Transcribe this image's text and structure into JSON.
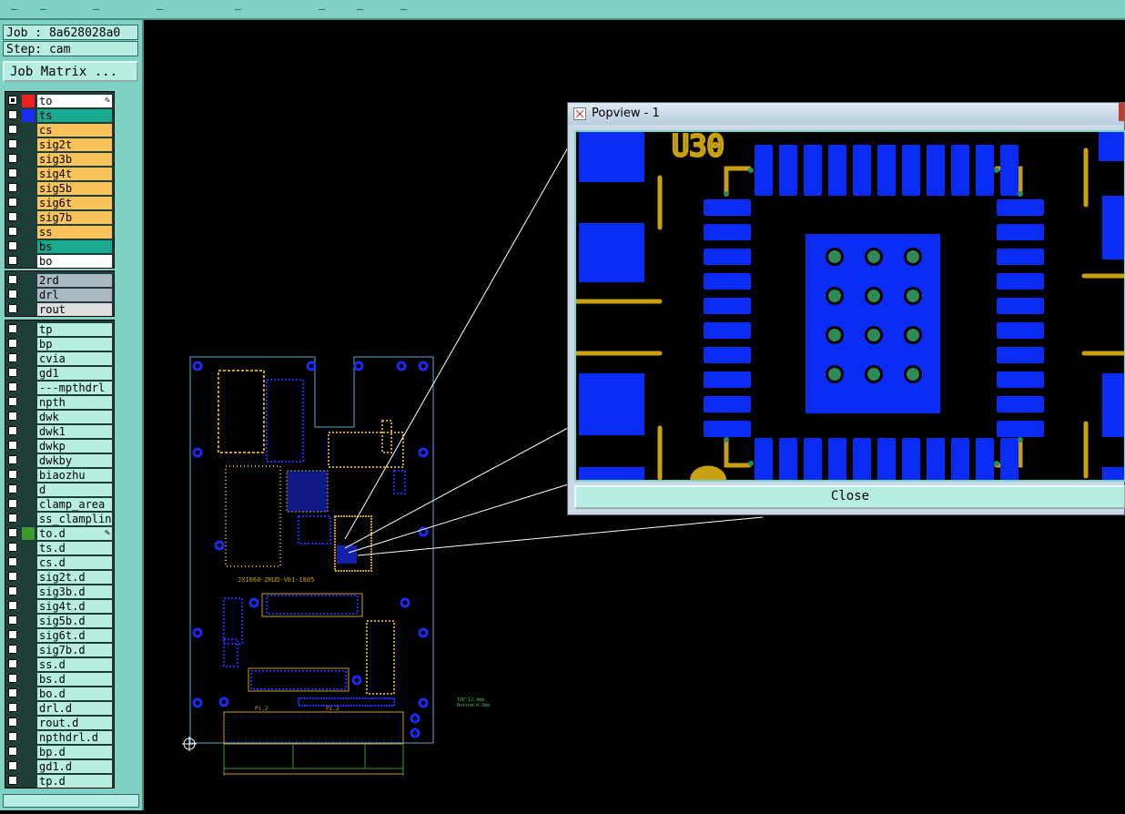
{
  "window": {
    "title_fragments": [
      "_",
      "_",
      "_",
      "_",
      "_",
      "_",
      "_",
      "_"
    ]
  },
  "job": {
    "label": "Job : 8a628028a0",
    "step": "Step: cam",
    "matrix_button": "Job Matrix ..."
  },
  "colors": {
    "panel": "#7fd1c3",
    "orange": "#f7c35a",
    "teal": "#1aa88e",
    "light": "#b8ede2",
    "gray": "#a9b8c1",
    "copper": "#c8a010",
    "pad": "#0a2cf5",
    "via": "#2e8b57"
  },
  "layers": {
    "board": [
      {
        "name": "to",
        "bg": "#ffffff",
        "sw": "#f02020",
        "checked": true,
        "icon": "edit-icon"
      },
      {
        "name": "ts",
        "bg": "#1aa88e",
        "sw": "#1a2cf5"
      },
      {
        "name": "cs",
        "bg": "#f7c35a"
      },
      {
        "name": "sig2t",
        "bg": "#f7c35a"
      },
      {
        "name": "sig3b",
        "bg": "#f7c35a"
      },
      {
        "name": "sig4t",
        "bg": "#f7c35a"
      },
      {
        "name": "sig5b",
        "bg": "#f7c35a"
      },
      {
        "name": "sig6t",
        "bg": "#f7c35a"
      },
      {
        "name": "sig7b",
        "bg": "#f7c35a"
      },
      {
        "name": "ss",
        "bg": "#f7c35a"
      },
      {
        "name": "bs",
        "bg": "#1aa88e"
      },
      {
        "name": "bo",
        "bg": "#ffffff"
      }
    ],
    "drill": [
      {
        "name": "2rd",
        "bg": "#a9b8c1"
      },
      {
        "name": "drl",
        "bg": "#a9b8c1"
      },
      {
        "name": "rout",
        "bg": "#dddddd"
      }
    ],
    "misc": [
      {
        "name": "tp",
        "bg": "#b8ede2"
      },
      {
        "name": "bp",
        "bg": "#b8ede2"
      },
      {
        "name": "cvia",
        "bg": "#b8ede2"
      },
      {
        "name": "gd1",
        "bg": "#b8ede2"
      },
      {
        "name": "---mpthdrl",
        "bg": "#b8ede2"
      },
      {
        "name": "npth",
        "bg": "#b8ede2"
      },
      {
        "name": "dwk",
        "bg": "#b8ede2"
      },
      {
        "name": "dwk1",
        "bg": "#b8ede2"
      },
      {
        "name": "dwkp",
        "bg": "#b8ede2"
      },
      {
        "name": "dwkby",
        "bg": "#b8ede2"
      },
      {
        "name": "biaozhu",
        "bg": "#b8ede2"
      },
      {
        "name": "d",
        "bg": "#b8ede2"
      },
      {
        "name": "clamp_area",
        "bg": "#b8ede2"
      },
      {
        "name": "ss_clampline",
        "bg": "#b8ede2"
      },
      {
        "name": "to.d",
        "bg": "#b8ede2",
        "sw": "#3c9a2e",
        "icon": "edit-icon"
      },
      {
        "name": "ts.d",
        "bg": "#b8ede2"
      },
      {
        "name": "cs.d",
        "bg": "#b8ede2"
      },
      {
        "name": "sig2t.d",
        "bg": "#b8ede2"
      },
      {
        "name": "sig3b.d",
        "bg": "#b8ede2"
      },
      {
        "name": "sig4t.d",
        "bg": "#b8ede2"
      },
      {
        "name": "sig5b.d",
        "bg": "#b8ede2"
      },
      {
        "name": "sig6t.d",
        "bg": "#b8ede2"
      },
      {
        "name": "sig7b.d",
        "bg": "#b8ede2"
      },
      {
        "name": "ss.d",
        "bg": "#b8ede2"
      },
      {
        "name": "bs.d",
        "bg": "#b8ede2"
      },
      {
        "name": "bo.d",
        "bg": "#b8ede2"
      },
      {
        "name": "drl.d",
        "bg": "#b8ede2"
      },
      {
        "name": "rout.d",
        "bg": "#b8ede2"
      },
      {
        "name": "npthdrl.d",
        "bg": "#b8ede2"
      },
      {
        "name": "bp.d",
        "bg": "#b8ede2"
      },
      {
        "name": "gd1.d",
        "bg": "#b8ede2"
      },
      {
        "name": "tp.d",
        "bg": "#b8ede2"
      }
    ]
  },
  "board": {
    "silk_label": "JX1060-ZRUD-V01-1805",
    "conn_labels": [
      "P1.2",
      "P1.2"
    ],
    "info_lines": [
      "TOP:12.9mm",
      "Bottom:4.3mm"
    ]
  },
  "popview": {
    "title": "Popview - 1",
    "close_label": "Close",
    "silk_text": "U30"
  }
}
